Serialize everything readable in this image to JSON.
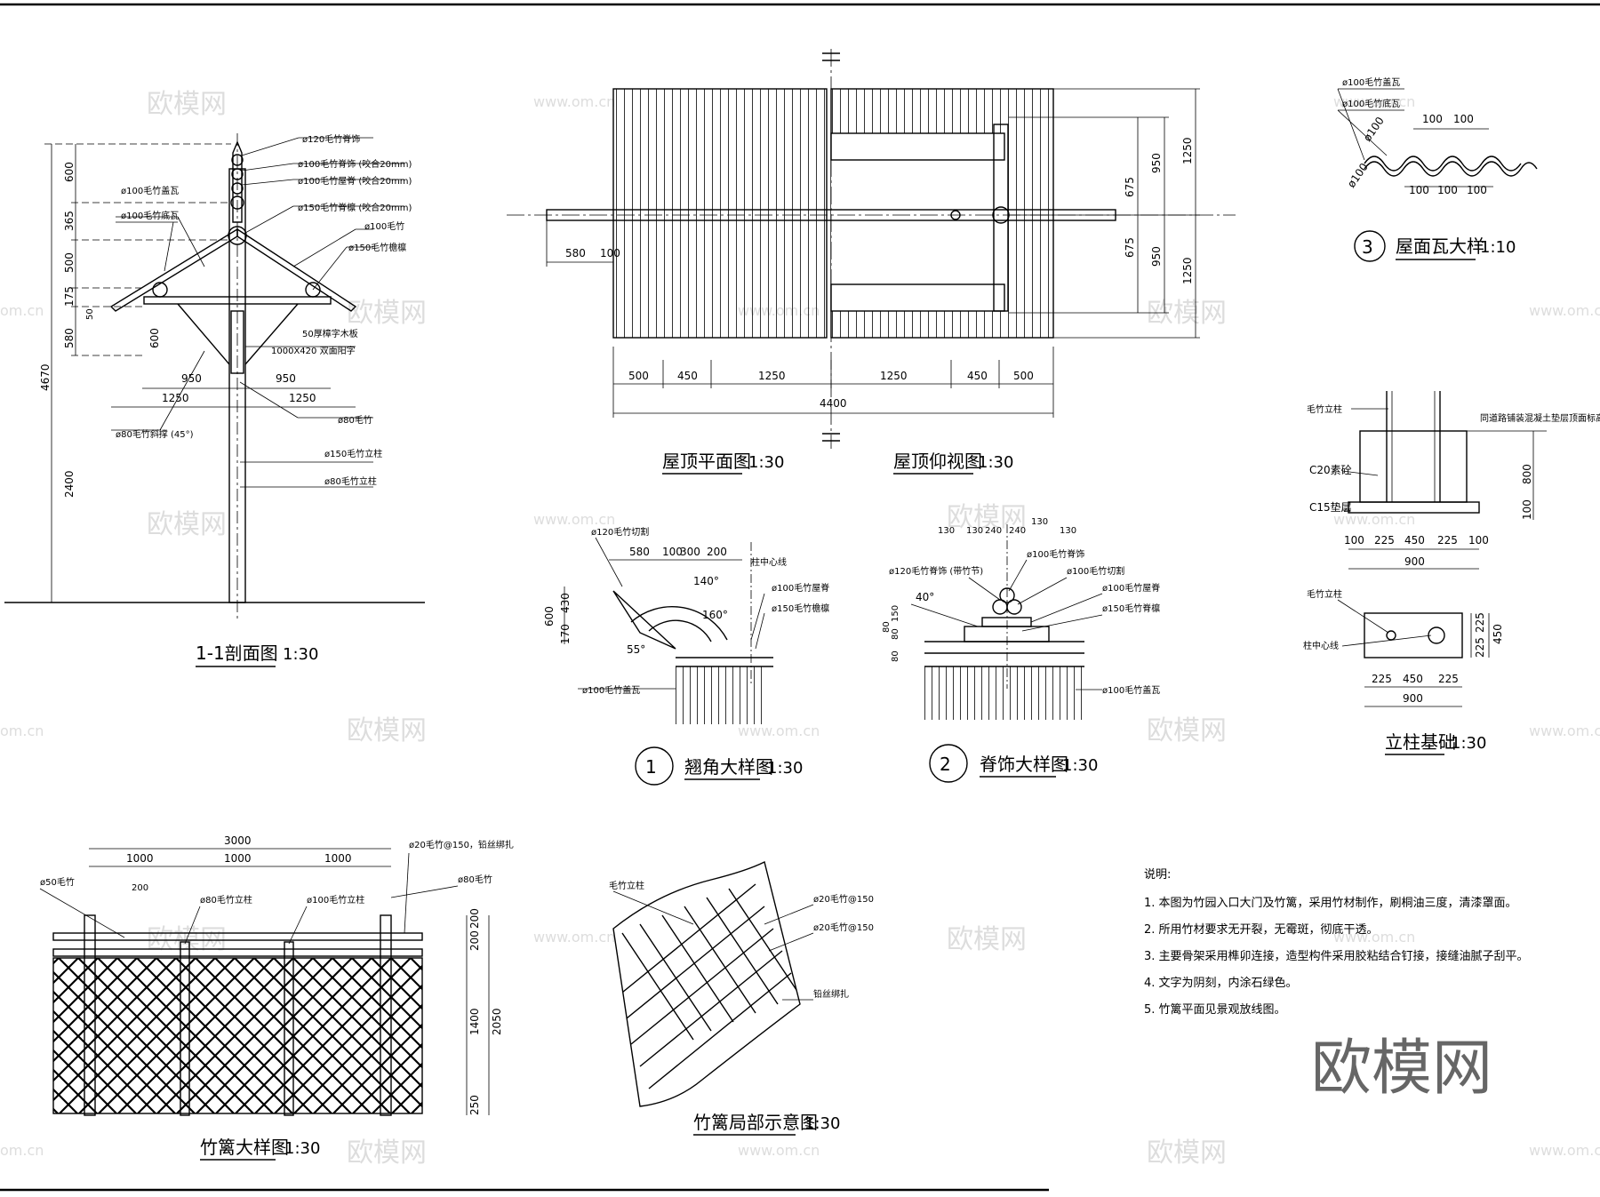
{
  "watermarks": {
    "brand": "欧模网",
    "site": "www.om.cn",
    "frag_left": "om.cn"
  },
  "section_1_1": {
    "title": "1-1剖面图",
    "scale": "1:30",
    "dims_v": [
      "600",
      "365",
      "500",
      "175",
      "580",
      "2400",
      "4670",
      "50",
      "600"
    ],
    "dims_h": [
      "950",
      "950",
      "1250",
      "1250"
    ],
    "labels": [
      "ø120毛竹脊饰",
      "ø100毛竹脊饰 (咬合20mm)",
      "ø100毛竹屋脊 (咬合20mm)",
      "ø150毛竹脊檩 (咬合20mm)",
      "ø100毛竹",
      "ø150毛竹檐檩",
      "ø100毛竹盖瓦",
      "ø100毛竹底瓦",
      "50厚樟字木板",
      "1000X420  双面阳字",
      "ø80毛竹",
      "ø80毛竹斜撑 (45°)",
      "ø150毛竹立柱",
      "ø80毛竹立柱"
    ]
  },
  "roof_plan": {
    "title_plan": "屋顶平面图",
    "title_under": "屋顶仰视图",
    "scale": "1:30",
    "dims_h": [
      "500",
      "450",
      "1250",
      "1250",
      "450",
      "500"
    ],
    "total": "4400",
    "dims_left": [
      "580",
      "100"
    ],
    "dims_v": [
      "675",
      "675",
      "950",
      "950",
      "1250",
      "1250"
    ]
  },
  "tile_detail": {
    "index": "3",
    "title": "屋面瓦大样",
    "scale": "1:10",
    "labels": [
      "ø100毛竹盖瓦",
      "ø100毛竹底瓦",
      "ø100",
      "ø100"
    ],
    "dims_top": [
      "100",
      "100"
    ],
    "dims_bottom": [
      "100",
      "100",
      "100"
    ]
  },
  "eave_detail": {
    "index": "1",
    "title": "翘角大样图",
    "scale": "1:30",
    "labels": [
      "ø120毛竹切割",
      "柱中心线",
      "ø100毛竹屋脊",
      "ø150毛竹檐檩",
      "ø100毛竹盖瓦"
    ],
    "dims": [
      "580",
      "100",
      "300",
      "200",
      "600",
      "430",
      "170"
    ],
    "angles": [
      "140°",
      "160°",
      "55°"
    ]
  },
  "ridge_detail": {
    "index": "2",
    "title": "脊饰大样图",
    "scale": "1:30",
    "labels": [
      "ø120毛竹脊饰 (带竹节)",
      "ø100毛竹脊饰",
      "ø100毛竹切割",
      "ø100毛竹屋脊",
      "ø150毛竹脊檩",
      "ø100毛竹盖瓦"
    ],
    "dims": [
      "130",
      "130",
      "240",
      "240",
      "130",
      "130",
      "80",
      "150",
      "80",
      "80"
    ],
    "angle": "40°"
  },
  "foundation": {
    "title": "立柱基础",
    "scale": "1:30",
    "labels": [
      "毛竹立柱",
      "同道路铺装混凝土垫层顶面标高",
      "C20素砼",
      "C15垫层",
      "毛竹立柱",
      "柱中心线"
    ],
    "dims_v": [
      "800",
      "100"
    ],
    "dims_h1": [
      "100",
      "225",
      "450",
      "225",
      "100"
    ],
    "total1": "900",
    "dims_h2": [
      "225",
      "450",
      "225"
    ],
    "total2": "900",
    "dims_v2": [
      "225",
      "225",
      "450"
    ]
  },
  "fence_detail": {
    "title": "竹篱大样图",
    "scale": "1:30",
    "dims_top": [
      "1000",
      "1000",
      "1000"
    ],
    "total": "3000",
    "dim_200": "200",
    "labels": [
      "ø20毛竹@150，铅丝绑扎",
      "ø50毛竹",
      "ø80毛竹立柱",
      "ø100毛竹立柱",
      "ø80毛竹"
    ],
    "dims_v": [
      "200",
      "200",
      "1400",
      "250",
      "2050"
    ]
  },
  "fence_partial": {
    "title": "竹篱局部示意图",
    "scale": "1:30",
    "labels": [
      "毛竹立柱",
      "ø20毛竹@150",
      "ø20毛竹@150",
      "铅丝绑扎"
    ]
  },
  "notes": {
    "heading": "说明:",
    "items": [
      "1.  本图为竹园入口大门及竹篱，采用竹材制作，刷桐油三度，清漆罩面。",
      "2.  所用竹材要求无开裂，无霉斑，彻底干透。",
      "3.  主要骨架采用榫卯连接，造型构件采用胶粘结合钉接，接缝油腻子刮平。",
      "4.  文字为阴刻，内涂石绿色。",
      "5.  竹篱平面见景观放线图。"
    ]
  }
}
